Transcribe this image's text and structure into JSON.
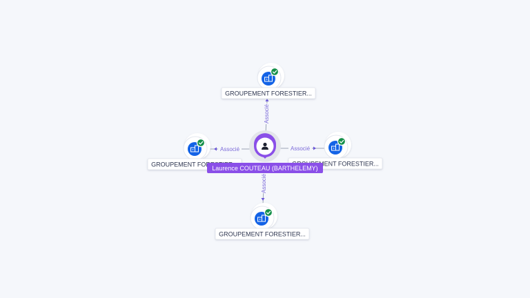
{
  "center": {
    "name": "Laurence COUTEAU (BARTHELEMY)",
    "icon": "person-icon"
  },
  "relation_label": "Associé",
  "nodes": [
    {
      "id": "top",
      "label": "GROUPEMENT FORESTIER...",
      "icon": "building-icon",
      "status_icon": "check-icon"
    },
    {
      "id": "left",
      "label": "GROUPEMENT FORESTIER...",
      "icon": "building-icon",
      "status_icon": "check-icon"
    },
    {
      "id": "right",
      "label": "GROUPEMENT FORESTIER...",
      "icon": "building-icon",
      "status_icon": "check-icon"
    },
    {
      "id": "bottom",
      "label": "GROUPEMENT FORESTIER...",
      "icon": "building-icon",
      "status_icon": "check-icon"
    }
  ],
  "edges": [
    {
      "from": "center",
      "to": "top",
      "label": "Associé"
    },
    {
      "from": "center",
      "to": "left",
      "label": "Associé"
    },
    {
      "from": "center",
      "to": "right",
      "label": "Associé"
    },
    {
      "from": "center",
      "to": "bottom",
      "label": "Associé"
    }
  ],
  "colors": {
    "person_accent": "#8a4fe8",
    "company_blue": "#1463e6",
    "verified_green": "#16904a",
    "edge_label": "#7c6bd9"
  }
}
